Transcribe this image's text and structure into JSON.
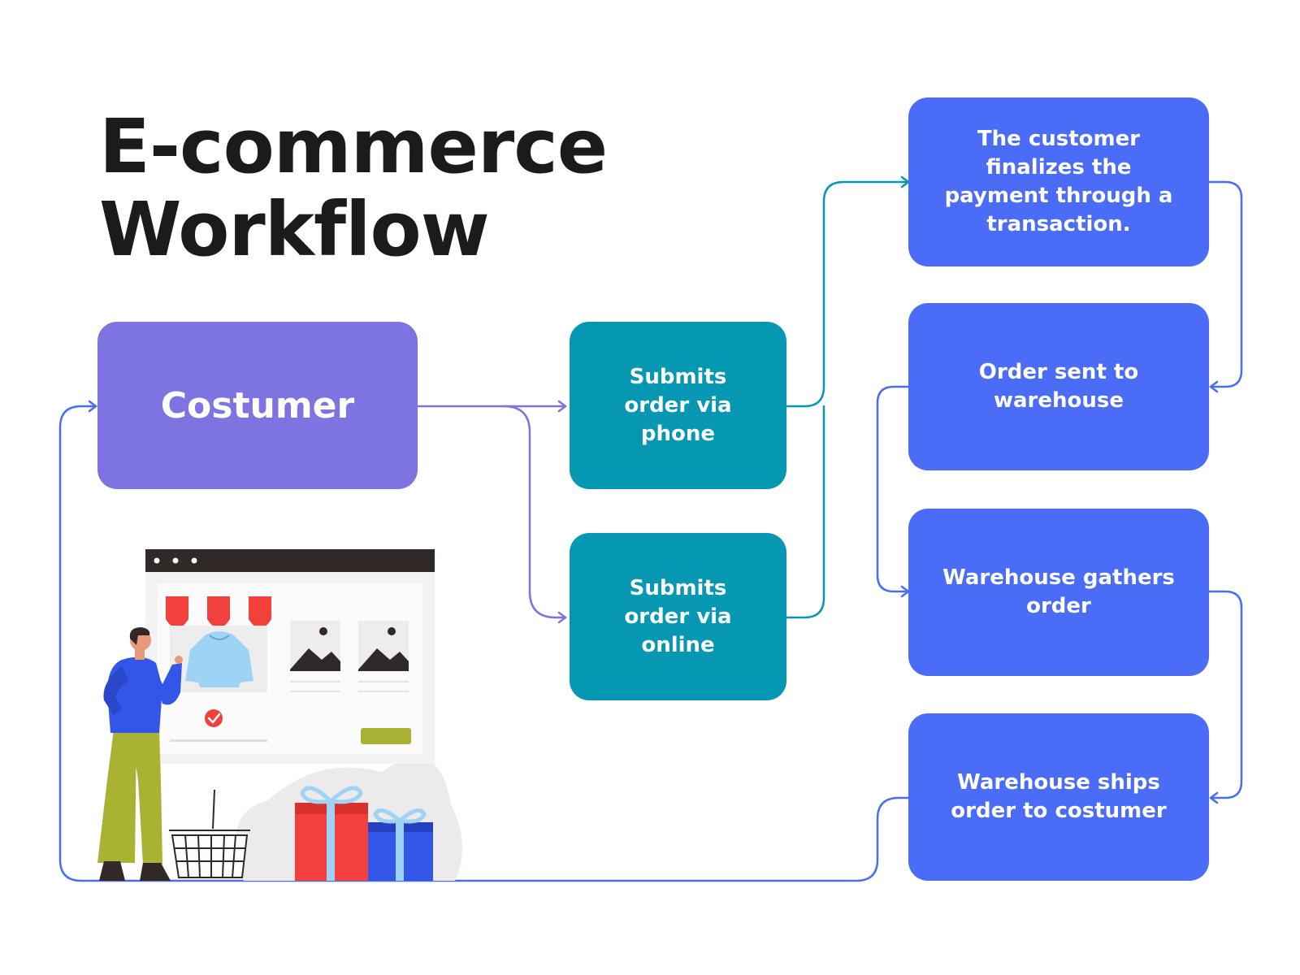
{
  "title": {
    "line1": "E-commerce",
    "line2": "Workflow"
  },
  "colors": {
    "customer": "#7d74e2",
    "submit": "#0697b2",
    "warehouse": "#4a6cf7",
    "connector_purple": "#7d74e2",
    "connector_teal": "#0697b2",
    "connector_blue": "#4a6cf7"
  },
  "nodes": {
    "customer": "Costumer",
    "submit_phone": "Submits order via phone",
    "submit_online": "Submits order via online",
    "payment": "The customer finalizes the payment through a transaction.",
    "sent_to_warehouse": "Order sent to warehouse",
    "gathers_order": "Warehouse gathers order",
    "ships_order": "Warehouse ships order to costumer"
  },
  "illustration": {
    "subject": "shopper browsing online store",
    "icons": [
      "browser-window-icon",
      "shop-awning-icon",
      "hoodie-icon",
      "image-placeholder-icon",
      "check-icon",
      "shopping-basket-icon",
      "gift-box-icon",
      "person-icon"
    ]
  }
}
